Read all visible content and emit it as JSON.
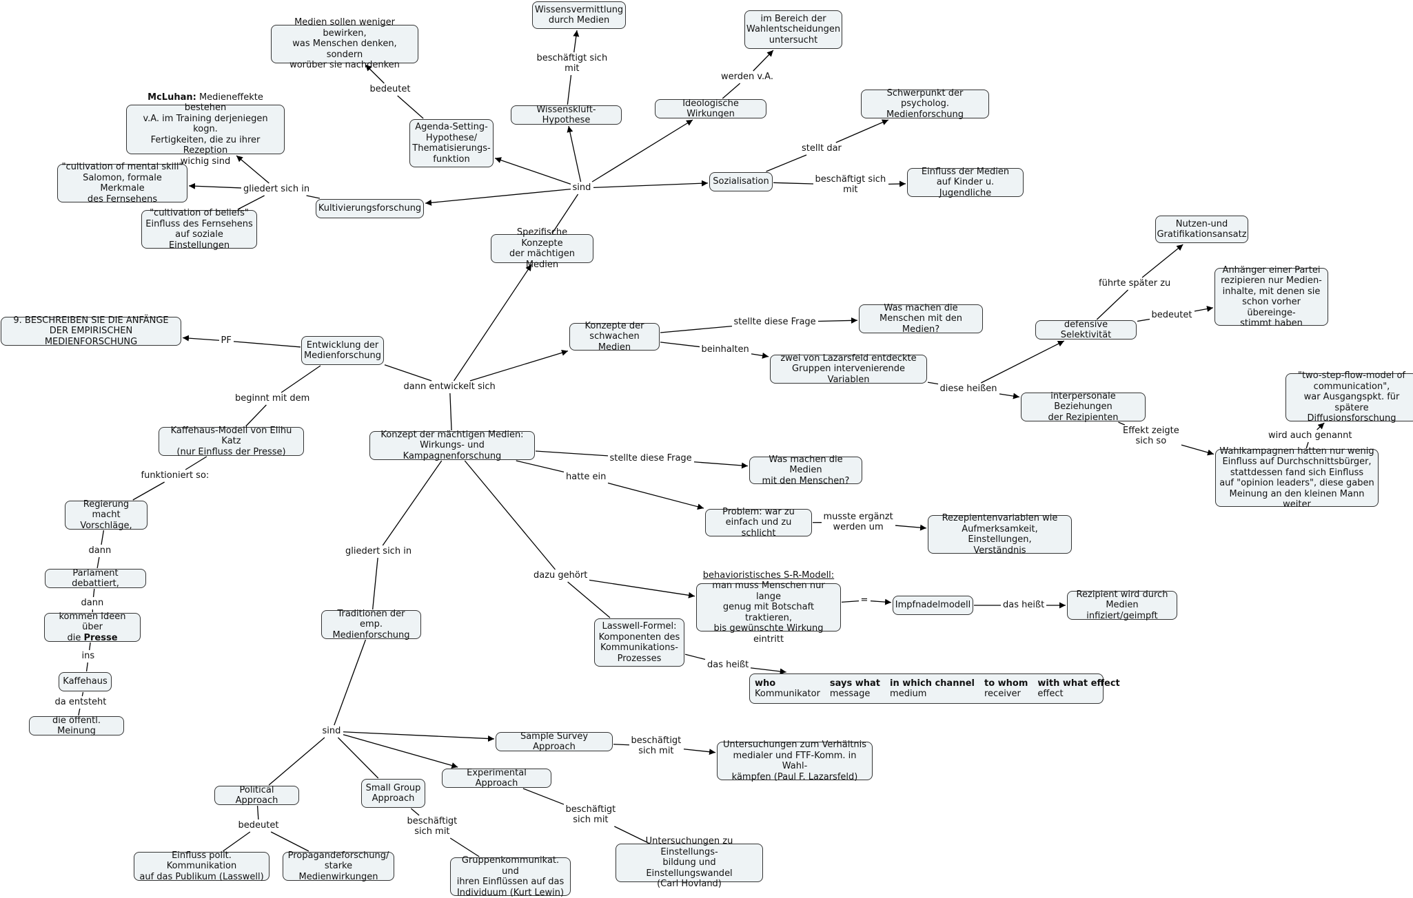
{
  "nodes": [
    {
      "id": "wissensverm",
      "lines": [
        "Wissensvermittlung",
        "durch Medien"
      ]
    },
    {
      "id": "medien_sollen",
      "lines": [
        "Medien sollen weniger bewirken,",
        "was Menschen denken, sondern",
        "worüber sie nachdenken"
      ]
    },
    {
      "id": "wahlentsch",
      "lines": [
        "im Bereich der",
        "Wahlentscheidungen",
        "untersucht"
      ]
    },
    {
      "id": "mcluhan",
      "lines": [
        "McLuhan: Medieneffekte bestehen",
        "v.A. im Training derjeniegen kogn.",
        "Fertigkeiten, die zu ihrer Rezeption",
        "wichig sind"
      ],
      "bold_prefix": "McLuhan:"
    },
    {
      "id": "wissenskluft",
      "lines": [
        "Wissenskluft-Hypothese"
      ]
    },
    {
      "id": "ideologisch",
      "lines": [
        "Ideologische Wirkungen"
      ]
    },
    {
      "id": "schwerpunkt",
      "lines": [
        "Schwerpunkt der psycholog.",
        "Medienforschung"
      ]
    },
    {
      "id": "agenda",
      "lines": [
        "Agenda-Setting-",
        "Hypothese/",
        "Thematisierungs-",
        "funktion"
      ]
    },
    {
      "id": "cult_skill",
      "lines": [
        "\"cultivation of mental skill\"",
        "Salomon, formale Merkmale",
        "des Fernsehens"
      ]
    },
    {
      "id": "sozialisation",
      "lines": [
        "Sozialisation"
      ]
    },
    {
      "id": "einfluss_kinder",
      "lines": [
        "Einfluss der Medien",
        "auf Kinder u. Jugendliche"
      ]
    },
    {
      "id": "kultivierung",
      "lines": [
        "Kultivierungsforschung"
      ]
    },
    {
      "id": "cult_beliefs",
      "lines": [
        "\"cultivation of beliefs\"",
        "Einfluss des Fernsehens",
        "auf soziale Einstellungen"
      ]
    },
    {
      "id": "nutzen",
      "lines": [
        "Nutzen-und",
        "Gratifikationsansatz"
      ]
    },
    {
      "id": "spezifische",
      "lines": [
        "Spezifische Konzepte",
        "der mächtigen Medien"
      ]
    },
    {
      "id": "anhaenger",
      "lines": [
        "Anhänger einer Partei",
        "rezipieren nur Medien-",
        "inhalte, mit denen sie",
        "schon vorher übereinge-",
        "stimmt haben"
      ]
    },
    {
      "id": "was_menschen",
      "lines": [
        "Was machen die",
        "Menschen mit den Medien?"
      ]
    },
    {
      "id": "frage9",
      "lines": [
        "9. BESCHREIBEN SIE DIE ANFÄNGE",
        "DER EMPIRISCHEN MEDIENFORSCHUNG"
      ]
    },
    {
      "id": "konzepte_schwach",
      "lines": [
        "Konzepte der",
        "schwachen Medien"
      ]
    },
    {
      "id": "defensive",
      "lines": [
        "defensive Selektivität"
      ]
    },
    {
      "id": "entwicklung",
      "lines": [
        "Entwicklung der",
        "Medienforschung"
      ]
    },
    {
      "id": "lazarsfeld",
      "lines": [
        "zwei von Lazarsfeld entdeckte",
        "Gruppen intervenierende Variablen"
      ]
    },
    {
      "id": "two_step",
      "lines": [
        "\"two-step-flow-model of",
        "communication\",",
        "war Ausgangspkt. für",
        "spätere Diffusionsforschung"
      ]
    },
    {
      "id": "interpersonal",
      "lines": [
        "interpersonale Beziehungen",
        "der Rezipienten"
      ]
    },
    {
      "id": "kaffeehaus_modell",
      "lines": [
        "Kaffehaus-Modell von Elihu Katz",
        "(nur Einfluss der Presse)"
      ]
    },
    {
      "id": "konzept_maechtig",
      "lines": [
        "Konzept der mächtigen Medien:",
        "Wirkungs- und Kampagnenforschung"
      ]
    },
    {
      "id": "wahlkampagnen",
      "lines": [
        "Wahlkampagnen hatten nur wenig",
        "Einfluss auf Durchschnittsbürger,",
        "stattdessen fand sich Einfluss",
        "auf \"opinion leaders\", diese gaben",
        "Meinung an den kleinen Mann weiter"
      ]
    },
    {
      "id": "was_medien",
      "lines": [
        "Was machen die Medien",
        "mit den Menschen?"
      ]
    },
    {
      "id": "regierung",
      "lines": [
        "Regierung macht",
        "Vorschläge,"
      ]
    },
    {
      "id": "problem",
      "lines": [
        "Problem: war zu",
        "einfach und zu schlicht"
      ]
    },
    {
      "id": "rezipientenvar",
      "lines": [
        "Rezepientenvariablen wie",
        "Aufmerksamkeit, Einstellungen,",
        "Verständnis"
      ]
    },
    {
      "id": "parlament",
      "lines": [
        "Parlament debattiert,"
      ]
    },
    {
      "id": "behaviorist",
      "lines": [
        "behavioristisches S-R-Modell:",
        "man muss Menschen nur lange",
        "genug mit Botschaft traktieren,",
        "bis gewünschte Wirkung eintritt"
      ],
      "underline_first": true
    },
    {
      "id": "impfnadel",
      "lines": [
        "Impfnadelmodell"
      ]
    },
    {
      "id": "rezipient_infiziert",
      "lines": [
        "Rezipient wird durch",
        "Medien infiziert/geimpft"
      ]
    },
    {
      "id": "kommen_ideen",
      "lines": [
        "kommen Ideen über",
        "die Presse"
      ],
      "bold_word": "Presse"
    },
    {
      "id": "traditionen",
      "lines": [
        "Traditionen der emp.",
        "Medienforschung"
      ]
    },
    {
      "id": "lasswell",
      "lines": [
        "Lasswell-Formel:",
        "Komponenten des",
        "Kommunikations-",
        "Prozesses"
      ]
    },
    {
      "id": "kaffehaus",
      "lines": [
        "Kaffehaus"
      ]
    },
    {
      "id": "oeffentl",
      "lines": [
        "die öffentl. Meinung"
      ]
    },
    {
      "id": "sample",
      "lines": [
        "Sample Survey Approach"
      ]
    },
    {
      "id": "untersuch_ftf",
      "lines": [
        "Untersuchungen zum Verhältnis",
        "medialer und FTF-Komm. in Wahl-",
        "kämpfen (Paul F. Lazarsfeld)"
      ]
    },
    {
      "id": "experimental",
      "lines": [
        "Experimental Approach"
      ]
    },
    {
      "id": "small_group",
      "lines": [
        "Small Group",
        "Approach"
      ]
    },
    {
      "id": "political",
      "lines": [
        "Political Approach"
      ]
    },
    {
      "id": "untersuch_einst",
      "lines": [
        "Untersuchungen zu Einstellungs-",
        "bildung und Einstellungswandel",
        "(Carl Hovland)"
      ]
    },
    {
      "id": "einfluss_polit",
      "lines": [
        "Einfluss polit. Kommunikation",
        "auf das Publikum (Lasswell)"
      ]
    },
    {
      "id": "propaganda",
      "lines": [
        "Propagandeforschung/",
        "starke Medienwirkungen"
      ]
    },
    {
      "id": "gruppenkomm",
      "lines": [
        "Gruppenkommunikat. und",
        "ihren Einflüssen auf das",
        "Individuum (Kurt Lewin)"
      ]
    }
  ],
  "lasswell_table": {
    "headers": [
      "who",
      "says what",
      "in which channel",
      "to whom",
      "with what effect"
    ],
    "values": [
      "Kommunikator",
      "message",
      "medium",
      "receiver",
      "effect"
    ]
  },
  "labels": [
    {
      "id": "l_beschaeftigt1",
      "lines": [
        "beschäftigt sich",
        "mit"
      ]
    },
    {
      "id": "l_bedeutet1",
      "lines": [
        "bedeutet"
      ]
    },
    {
      "id": "l_werden",
      "lines": [
        "werden v.A."
      ]
    },
    {
      "id": "l_stellt_dar",
      "lines": [
        "stellt dar"
      ]
    },
    {
      "id": "l_gliedert1",
      "lines": [
        "gliedert sich in"
      ]
    },
    {
      "id": "l_sind1",
      "lines": [
        "sind"
      ]
    },
    {
      "id": "l_beschaeftigt2",
      "lines": [
        "beschäftigt sich",
        "mit"
      ]
    },
    {
      "id": "l_fuehrte",
      "lines": [
        "führte später zu"
      ]
    },
    {
      "id": "l_bedeutet2",
      "lines": [
        "bedeutet"
      ]
    },
    {
      "id": "l_stellte1",
      "lines": [
        "stellte diese Frage"
      ]
    },
    {
      "id": "l_pf",
      "lines": [
        "PF"
      ]
    },
    {
      "id": "l_beinhalten",
      "lines": [
        "beinhalten"
      ]
    },
    {
      "id": "l_dann_entw",
      "lines": [
        "dann entwickelt sich"
      ]
    },
    {
      "id": "l_diese_heissen",
      "lines": [
        "diese heißen"
      ]
    },
    {
      "id": "l_beginnt",
      "lines": [
        "beginnt mit dem"
      ]
    },
    {
      "id": "l_effekt",
      "lines": [
        "Effekt zeigte",
        "sich so"
      ]
    },
    {
      "id": "l_wird_auch",
      "lines": [
        "wird auch genannt"
      ]
    },
    {
      "id": "l_stellte2",
      "lines": [
        "stellte diese Frage"
      ]
    },
    {
      "id": "l_funktioniert",
      "lines": [
        "funktioniert so:"
      ]
    },
    {
      "id": "l_hatte",
      "lines": [
        "hatte ein"
      ]
    },
    {
      "id": "l_musste",
      "lines": [
        "musste ergänzt",
        "werden um"
      ]
    },
    {
      "id": "l_dann1",
      "lines": [
        "dann"
      ]
    },
    {
      "id": "l_gliedert2",
      "lines": [
        "gliedert sich in"
      ]
    },
    {
      "id": "l_dazu",
      "lines": [
        "dazu gehört"
      ]
    },
    {
      "id": "l_gleich",
      "lines": [
        "="
      ]
    },
    {
      "id": "l_das_heisst1",
      "lines": [
        "das heißt"
      ]
    },
    {
      "id": "l_dann2",
      "lines": [
        "dann"
      ]
    },
    {
      "id": "l_ins",
      "lines": [
        "ins"
      ]
    },
    {
      "id": "l_das_heisst2",
      "lines": [
        "das heißt"
      ]
    },
    {
      "id": "l_da_entsteht",
      "lines": [
        "da entsteht"
      ]
    },
    {
      "id": "l_sind2",
      "lines": [
        "sind"
      ]
    },
    {
      "id": "l_beschaeftigt3",
      "lines": [
        "beschäftigt",
        "sich mit"
      ]
    },
    {
      "id": "l_bedeutet3",
      "lines": [
        "bedeutet"
      ]
    },
    {
      "id": "l_beschaeftigt4",
      "lines": [
        "beschäftigt",
        "sich mit"
      ]
    },
    {
      "id": "l_beschaeftigt5",
      "lines": [
        "beschäftigt",
        "sich mit"
      ]
    }
  ],
  "links": [
    {
      "from": "l_beschaeftigt1",
      "to": "wissensverm",
      "arrow": true
    },
    {
      "from": "wissenskluft",
      "to": "l_beschaeftigt1",
      "arrow": false
    },
    {
      "from": "agenda",
      "to": "l_bedeutet1",
      "arrow": false
    },
    {
      "from": "l_bedeutet1",
      "to": "medien_sollen",
      "arrow": true
    },
    {
      "from": "ideologisch",
      "to": "l_werden",
      "arrow": false
    },
    {
      "from": "l_werden",
      "to": "wahlentsch",
      "arrow": true
    },
    {
      "from": "sozialisation",
      "to": "l_stellt_dar",
      "arrow": false
    },
    {
      "from": "l_stellt_dar",
      "to": "schwerpunkt",
      "arrow": true
    },
    {
      "from": "sozialisation",
      "to": "l_beschaeftigt2",
      "arrow": false
    },
    {
      "from": "l_beschaeftigt2",
      "to": "einfluss_kinder",
      "arrow": true
    },
    {
      "from": "kultivierung",
      "to": "l_gliedert1",
      "arrow": false
    },
    {
      "from": "l_gliedert1",
      "to": "mcluhan",
      "arrow": true
    },
    {
      "from": "l_gliedert1",
      "to": "cult_skill",
      "arrow": true
    },
    {
      "from": "l_gliedert1",
      "to": "cult_beliefs",
      "arrow": false
    },
    {
      "from": "spezifische",
      "to": "l_sind1",
      "arrow": false
    },
    {
      "from": "l_sind1",
      "to": "wissenskluft",
      "arrow": true
    },
    {
      "from": "l_sind1",
      "to": "ideologisch",
      "arrow": true
    },
    {
      "from": "l_sind1",
      "to": "agenda",
      "arrow": true
    },
    {
      "from": "l_sind1",
      "to": "sozialisation",
      "arrow": true
    },
    {
      "from": "l_sind1",
      "to": "kultivierung",
      "arrow": true
    },
    {
      "from": "defensive",
      "to": "l_fuehrte",
      "arrow": false
    },
    {
      "from": "l_fuehrte",
      "to": "nutzen",
      "arrow": true
    },
    {
      "from": "defensive",
      "to": "l_bedeutet2",
      "arrow": false
    },
    {
      "from": "l_bedeutet2",
      "to": "anhaenger",
      "arrow": true
    },
    {
      "from": "konzepte_schwach",
      "to": "l_stellte1",
      "arrow": false
    },
    {
      "from": "l_stellte1",
      "to": "was_menschen",
      "arrow": true
    },
    {
      "from": "entwicklung",
      "to": "l_pf",
      "arrow": false
    },
    {
      "from": "l_pf",
      "to": "frage9",
      "arrow": true
    },
    {
      "from": "konzepte_schwach",
      "to": "l_beinhalten",
      "arrow": false
    },
    {
      "from": "l_beinhalten",
      "to": "lazarsfeld",
      "arrow": true
    },
    {
      "from": "entwicklung",
      "to": "l_dann_entw",
      "arrow": false
    },
    {
      "from": "l_dann_entw",
      "to": "spezifische",
      "arrow": true
    },
    {
      "from": "l_dann_entw",
      "to": "konzepte_schwach",
      "arrow": true
    },
    {
      "from": "konzept_maechtig",
      "to": "l_dann_entw",
      "arrow": false
    },
    {
      "from": "lazarsfeld",
      "to": "l_diese_heissen",
      "arrow": false
    },
    {
      "from": "l_diese_heissen",
      "to": "defensive",
      "arrow": true
    },
    {
      "from": "l_diese_heissen",
      "to": "interpersonal",
      "arrow": true
    },
    {
      "from": "entwicklung",
      "to": "l_beginnt",
      "arrow": false
    },
    {
      "from": "l_beginnt",
      "to": "kaffeehaus_modell",
      "arrow": false
    },
    {
      "from": "interpersonal",
      "to": "l_effekt",
      "arrow": false
    },
    {
      "from": "l_effekt",
      "to": "wahlkampagnen",
      "arrow": true
    },
    {
      "from": "wahlkampagnen",
      "to": "l_wird_auch",
      "arrow": false
    },
    {
      "from": "l_wird_auch",
      "to": "two_step",
      "arrow": true
    },
    {
      "from": "konzept_maechtig",
      "to": "l_stellte2",
      "arrow": false
    },
    {
      "from": "l_stellte2",
      "to": "was_medien",
      "arrow": true
    },
    {
      "from": "kaffeehaus_modell",
      "to": "l_funktioniert",
      "arrow": false
    },
    {
      "from": "l_funktioniert",
      "to": "regierung",
      "arrow": false
    },
    {
      "from": "konzept_maechtig",
      "to": "l_hatte",
      "arrow": false
    },
    {
      "from": "l_hatte",
      "to": "problem",
      "arrow": true
    },
    {
      "from": "problem",
      "to": "l_musste",
      "arrow": false
    },
    {
      "from": "l_musste",
      "to": "rezipientenvar",
      "arrow": true
    },
    {
      "from": "regierung",
      "to": "l_dann1",
      "arrow": false
    },
    {
      "from": "l_dann1",
      "to": "parlament",
      "arrow": false
    },
    {
      "from": "konzept_maechtig",
      "to": "l_gliedert2",
      "arrow": false
    },
    {
      "from": "l_gliedert2",
      "to": "traditionen",
      "arrow": false
    },
    {
      "from": "konzept_maechtig",
      "to": "l_dazu",
      "arrow": false
    },
    {
      "from": "l_dazu",
      "to": "behaviorist",
      "arrow": true
    },
    {
      "from": "l_dazu",
      "to": "lasswell",
      "arrow": false
    },
    {
      "from": "behaviorist",
      "to": "l_gleich",
      "arrow": false
    },
    {
      "from": "l_gleich",
      "to": "impfnadel",
      "arrow": true
    },
    {
      "from": "impfnadel",
      "to": "l_das_heisst1",
      "arrow": false
    },
    {
      "from": "l_das_heisst1",
      "to": "rezipient_infiziert",
      "arrow": true
    },
    {
      "from": "parlament",
      "to": "l_dann2",
      "arrow": false
    },
    {
      "from": "l_dann2",
      "to": "kommen_ideen",
      "arrow": false
    },
    {
      "from": "kommen_ideen",
      "to": "l_ins",
      "arrow": false
    },
    {
      "from": "l_ins",
      "to": "kaffehaus",
      "arrow": false
    },
    {
      "from": "lasswell",
      "to": "l_das_heisst2",
      "arrow": false
    },
    {
      "from": "l_das_heisst2",
      "to": "lasswell_tbl",
      "arrow": true
    },
    {
      "from": "kaffehaus",
      "to": "l_da_entsteht",
      "arrow": false
    },
    {
      "from": "l_da_entsteht",
      "to": "oeffentl",
      "arrow": false
    },
    {
      "from": "traditionen",
      "to": "l_sind2",
      "arrow": false
    },
    {
      "from": "l_sind2",
      "to": "sample",
      "arrow": true
    },
    {
      "from": "l_sind2",
      "to": "experimental",
      "arrow": true
    },
    {
      "from": "l_sind2",
      "to": "small_group",
      "arrow": false
    },
    {
      "from": "l_sind2",
      "to": "political",
      "arrow": false
    },
    {
      "from": "sample",
      "to": "l_beschaeftigt3",
      "arrow": false
    },
    {
      "from": "l_beschaeftigt3",
      "to": "untersuch_ftf",
      "arrow": true
    },
    {
      "from": "experimental",
      "to": "l_beschaeftigt4",
      "arrow": false
    },
    {
      "from": "l_beschaeftigt4",
      "to": "untersuch_einst",
      "arrow": false
    },
    {
      "from": "political",
      "to": "l_bedeutet3",
      "arrow": false
    },
    {
      "from": "l_bedeutet3",
      "to": "einfluss_polit",
      "arrow": false
    },
    {
      "from": "l_bedeutet3",
      "to": "propaganda",
      "arrow": false
    },
    {
      "from": "small_group",
      "to": "l_beschaeftigt5",
      "arrow": false
    },
    {
      "from": "l_beschaeftigt5",
      "to": "gruppenkomm",
      "arrow": false
    }
  ]
}
